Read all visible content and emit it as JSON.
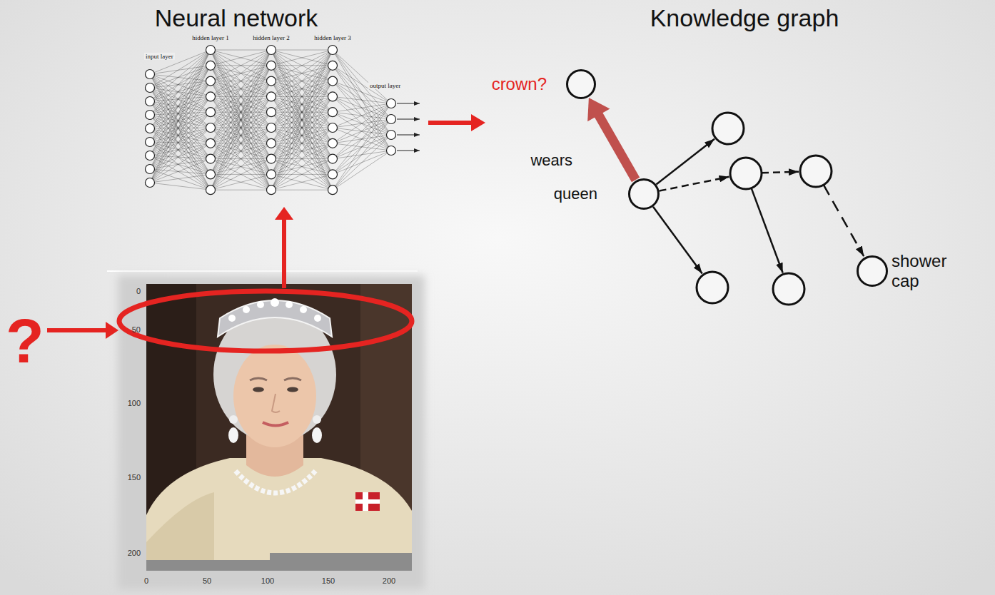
{
  "diagram": {
    "nodes": [
      {
        "text": [
          "crown?"
        ]
      },
      {
        "text": [
          "queen"
        ]
      },
      {
        "text": [
          "shower cap"
        ]
      }
    ],
    "edges": [
      {
        "from": 1,
        "to": 0,
        "arrow": "to",
        "label": "wears"
      }
    ],
    "labels": [
      "Neural network",
      "Knowledge graph",
      "input layer",
      "hidden layer 1",
      "hidden layer 2",
      "hidden layer 3",
      "output layer",
      "?",
      "0",
      "50",
      "100",
      "150",
      "200",
      "0",
      "50",
      "100",
      "150",
      "200"
    ]
  }
}
